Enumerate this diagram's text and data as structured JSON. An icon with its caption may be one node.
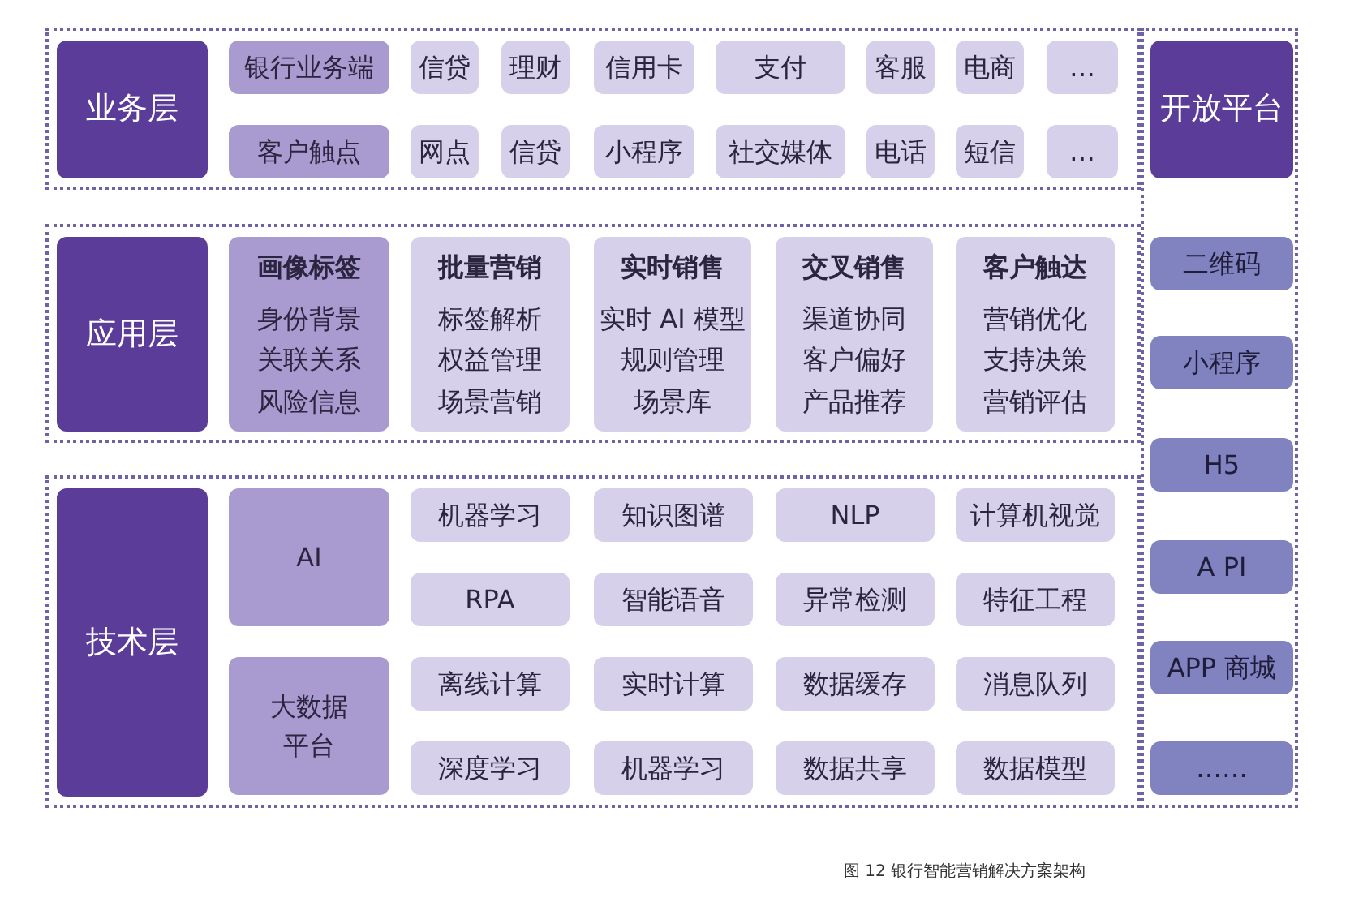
{
  "diagram": {
    "caption": "图 12 银行智能营销解决方案架构",
    "nodes": [
      {
        "text": [
          "业务层"
        ]
      },
      {
        "text": [
          "银行业务端"
        ]
      },
      {
        "text": [
          "信贷"
        ]
      },
      {
        "text": [
          "理财"
        ]
      },
      {
        "text": [
          "信用卡"
        ]
      },
      {
        "text": [
          "支付"
        ]
      },
      {
        "text": [
          "客服"
        ]
      },
      {
        "text": [
          "电商"
        ]
      },
      {
        "text": [
          "…"
        ]
      },
      {
        "text": [
          "开放平台"
        ]
      },
      {
        "text": [
          "客户触点"
        ]
      },
      {
        "text": [
          "网点"
        ]
      },
      {
        "text": [
          "信贷"
        ]
      },
      {
        "text": [
          "小程序"
        ]
      },
      {
        "text": [
          "社交媒体"
        ]
      },
      {
        "text": [
          "电话"
        ]
      },
      {
        "text": [
          "短信"
        ]
      },
      {
        "text": [
          "…"
        ]
      },
      {
        "text": [
          "应用层"
        ]
      },
      {
        "text": [
          "画像标签",
          "身份背景",
          "关联关系",
          "风险信息"
        ]
      },
      {
        "text": [
          "批量营销",
          "标签解析",
          "权益管理",
          "场景营销"
        ]
      },
      {
        "text": [
          "实时销售",
          "实时 AI 模型",
          "规则管理",
          "场景库"
        ]
      },
      {
        "text": [
          "交叉销售",
          "渠道协同",
          "客户偏好",
          "产品推荐"
        ]
      },
      {
        "text": [
          "客户触达",
          "营销优化",
          "支持决策",
          "营销评估"
        ]
      },
      {
        "text": [
          "二维码"
        ]
      },
      {
        "text": [
          "小程序"
        ]
      },
      {
        "text": [
          "H5"
        ]
      },
      {
        "text": [
          "技术层"
        ]
      },
      {
        "text": [
          "AI"
        ]
      },
      {
        "text": [
          "机器学习"
        ]
      },
      {
        "text": [
          "知识图谱"
        ]
      },
      {
        "text": [
          "NLP"
        ]
      },
      {
        "text": [
          "计算机视觉"
        ]
      },
      {
        "text": [
          "A PI"
        ]
      },
      {
        "text": [
          "RPA"
        ]
      },
      {
        "text": [
          "智能语音"
        ]
      },
      {
        "text": [
          "异常检测"
        ]
      },
      {
        "text": [
          "特征工程"
        ]
      },
      {
        "text": [
          "大数据平台"
        ]
      },
      {
        "text": [
          "APP 商城"
        ]
      },
      {
        "text": [
          "离线计算"
        ]
      },
      {
        "text": [
          "实时计算"
        ]
      },
      {
        "text": [
          "数据缓存"
        ]
      },
      {
        "text": [
          "消息队列"
        ]
      },
      {
        "text": [
          "深度学习"
        ]
      },
      {
        "text": [
          "机器学习"
        ]
      },
      {
        "text": [
          "数据共享"
        ]
      },
      {
        "text": [
          "数据模型"
        ]
      },
      {
        "text": [
          "……"
        ]
      }
    ],
    "edges": []
  }
}
